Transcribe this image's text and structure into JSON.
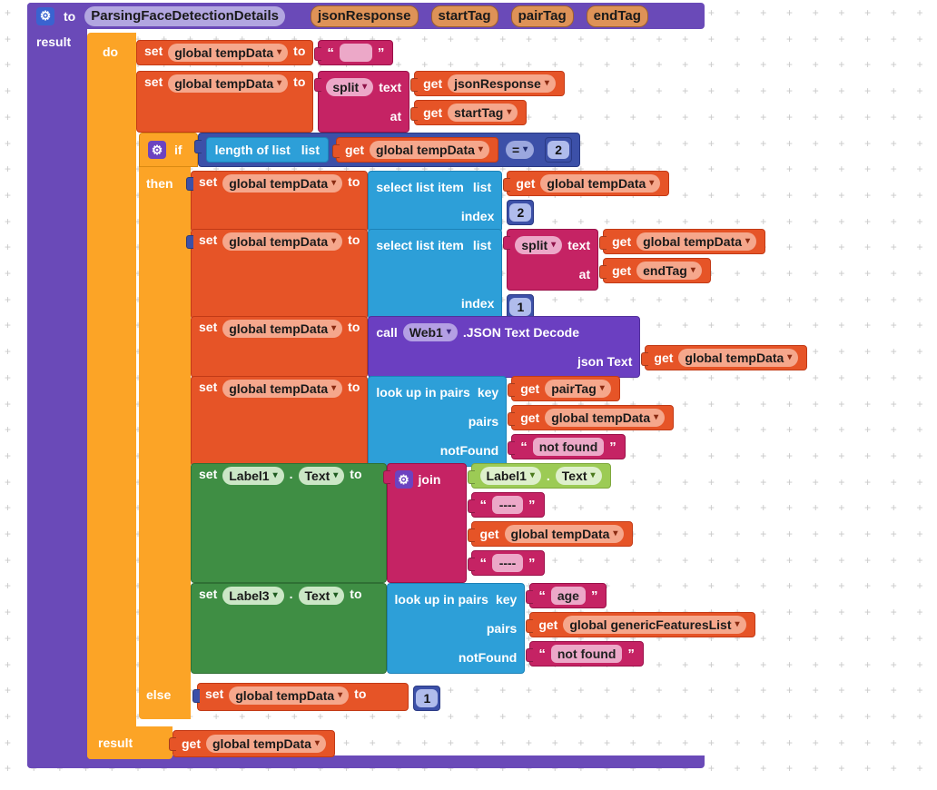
{
  "procedure": {
    "to": "to",
    "name": "ParsingFaceDetectionDetails",
    "params": [
      "jsonResponse",
      "startTag",
      "pairTag",
      "endTag"
    ],
    "result": "result"
  },
  "do_block": {
    "do": "do",
    "result": "result"
  },
  "k": {
    "set": "set",
    "to": "to",
    "get": "get",
    "call": "call",
    "if": "if",
    "then": "then",
    "else": "else",
    "join": "join",
    "split": "split",
    "text": "text",
    "at": "at",
    "list": "list",
    "index": "index",
    "key": "key",
    "pairs": "pairs",
    "notFound": "notFound",
    "jsonText": "json Text",
    "lengthOfList": "length of list",
    "selectListItem": "select list item",
    "lookUpInPairs": "look up in pairs",
    "jsonDecode": ".JSON Text Decode",
    "eq": "=",
    "dot": ".",
    "openQuote": "“",
    "closeQuote": "”",
    "arrow": "▾",
    "gear": "⚙"
  },
  "vars": {
    "tempData": "global tempData",
    "jsonResponse": "jsonResponse",
    "startTag": "startTag",
    "pairTag": "pairTag",
    "endTag": "endTag",
    "genericFeaturesList": "global genericFeaturesList"
  },
  "components": {
    "web1": "Web1",
    "label1": "Label1",
    "label3": "Label3",
    "textProp": "Text"
  },
  "literals": {
    "two": "2",
    "one": "1",
    "dashes": "----",
    "notFound": "not found",
    "age": "age",
    "empty": ""
  },
  "palette": {
    "procedure_purple": "#6A4AB8",
    "control_gold": "#FCA426",
    "variable_orange": "#E65427",
    "list_blue": "#2D9FD8",
    "math_blue": "#3C50A8",
    "text_magenta": "#C52364",
    "component_call_purple": "#6B3FC1",
    "component_set_green": "#3F8E44",
    "component_get_green": "#9CCB55",
    "canvas_dot": "#c9c9c9"
  }
}
